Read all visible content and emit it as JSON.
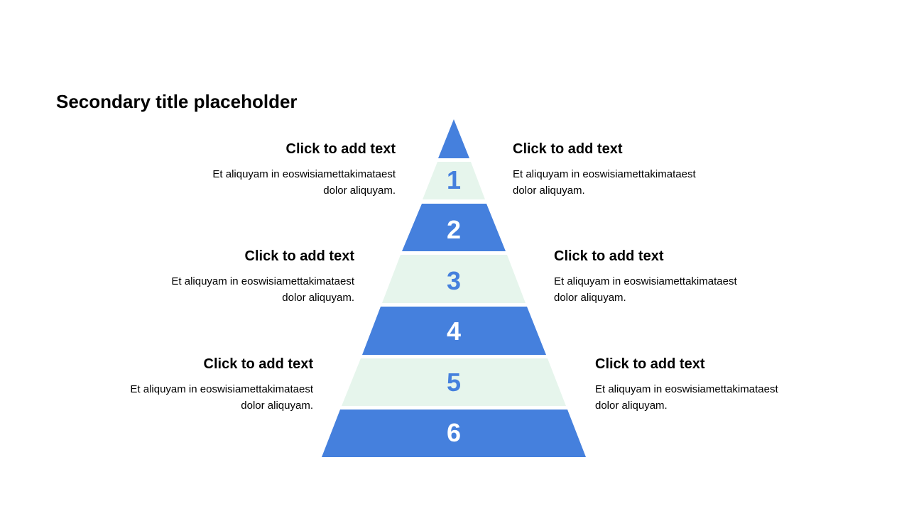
{
  "title": "Secondary title placeholder",
  "colors": {
    "blue": "#4580DD",
    "light": "#E6F5EC"
  },
  "levels": [
    "1",
    "2",
    "3",
    "4",
    "5",
    "6"
  ],
  "blocks": [
    {
      "heading": "Click to add text",
      "desc1": "Et aliquyam in eoswisiamettakimataest",
      "desc2": "dolor aliquyam."
    },
    {
      "heading": "Click to add text",
      "desc1": "Et aliquyam in eoswisiamettakimataest",
      "desc2": "dolor aliquyam."
    },
    {
      "heading": "Click to add text",
      "desc1": "Et aliquyam in eoswisiamettakimataest",
      "desc2": "dolor aliquyam."
    },
    {
      "heading": "Click to add text",
      "desc1": "Et aliquyam in eoswisiamettakimataest",
      "desc2": "dolor aliquyam."
    },
    {
      "heading": "Click to add text",
      "desc1": "Et aliquyam in eoswisiamettakimataest",
      "desc2": "dolor aliquyam."
    },
    {
      "heading": "Click to add text",
      "desc1": "Et aliquyam in eoswisiamettakimataest",
      "desc2": "dolor aliquyam."
    }
  ]
}
